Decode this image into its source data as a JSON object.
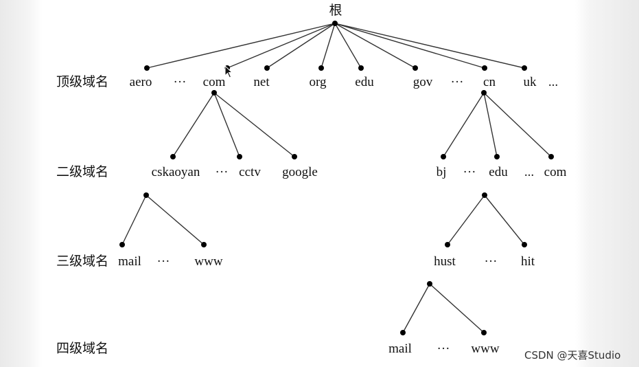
{
  "root_label": "根",
  "level_labels": [
    "顶级域名",
    "二级域名",
    "三级域名",
    "四级域名"
  ],
  "top_level": [
    "aero",
    "···",
    "com",
    "net",
    "org",
    "edu",
    "gov",
    "···",
    "cn",
    "uk",
    "..."
  ],
  "second_level_com": [
    "cskaoyan",
    "···",
    "cctv",
    "google"
  ],
  "second_level_cn": [
    "bj",
    "···",
    "edu",
    "...",
    "com"
  ],
  "third_level_cskaoyan": [
    "mail",
    "···",
    "www"
  ],
  "third_level_edu": [
    "hust",
    "···",
    "hit"
  ],
  "fourth_level_hust": [
    "mail",
    "···",
    "www"
  ],
  "watermark": "CSDN @天喜Studio"
}
